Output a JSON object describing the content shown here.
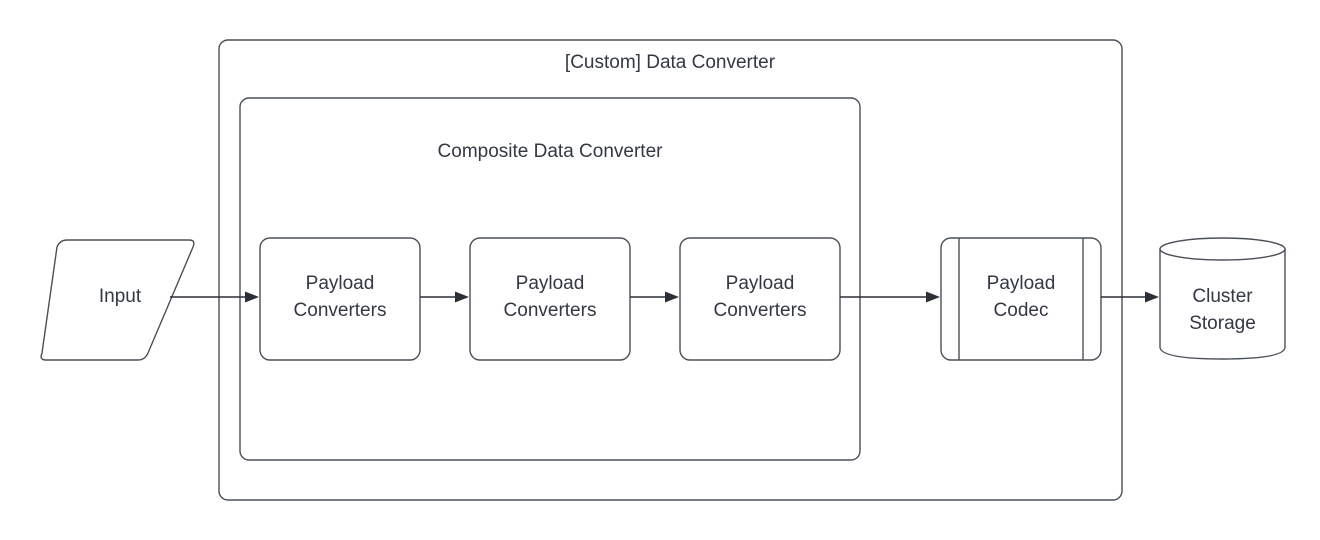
{
  "diagram": {
    "title": "[Custom] Data Converter",
    "inner_container_title": "Composite Data Converter",
    "colors": {
      "stroke": "#4a5059",
      "text": "#333845",
      "connector": "#2b3038",
      "background": "#ffffff"
    },
    "nodes": {
      "input": {
        "label": "Input",
        "shape": "parallelogram"
      },
      "payload_converter_1": {
        "label_line1": "Payload",
        "label_line2": "Converters",
        "shape": "rounded-rectangle"
      },
      "payload_converter_2": {
        "label_line1": "Payload",
        "label_line2": "Converters",
        "shape": "rounded-rectangle"
      },
      "payload_converter_3": {
        "label_line1": "Payload",
        "label_line2": "Converters",
        "shape": "rounded-rectangle"
      },
      "payload_codec": {
        "label_line1": "Payload",
        "label_line2": "Codec",
        "shape": "process"
      },
      "cluster_storage": {
        "label_line1": "Cluster",
        "label_line2": "Storage",
        "shape": "cylinder"
      }
    },
    "connectors": [
      {
        "name": "input-to-converter-1",
        "from": "input",
        "to": "payload_converter_1"
      },
      {
        "name": "converter-1-to-converter-2",
        "from": "payload_converter_1",
        "to": "payload_converter_2"
      },
      {
        "name": "converter-2-to-converter-3",
        "from": "payload_converter_2",
        "to": "payload_converter_3"
      },
      {
        "name": "converter-3-to-payload-codec",
        "from": "payload_converter_3",
        "to": "payload_codec"
      },
      {
        "name": "payload-codec-to-cluster-storage",
        "from": "payload_codec",
        "to": "cluster_storage"
      }
    ]
  }
}
